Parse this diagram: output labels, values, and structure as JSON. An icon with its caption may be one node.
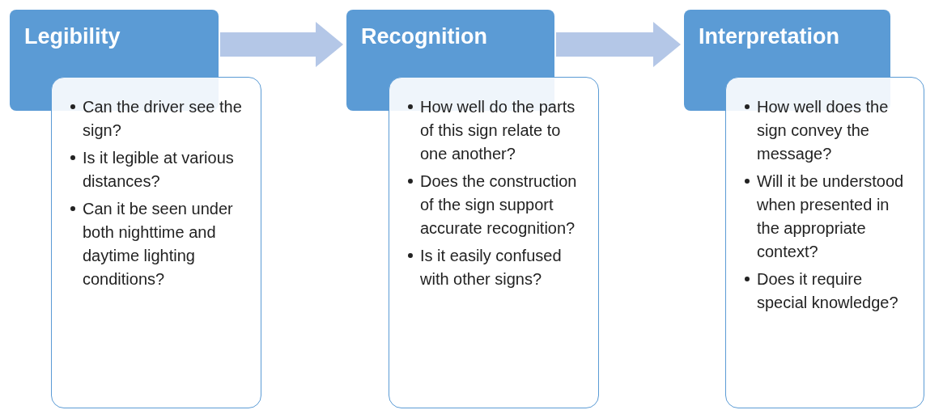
{
  "diagram": {
    "nodes": [
      {
        "text": [
          "Legibility"
        ]
      },
      {
        "text": [
          "Can the driver see the sign?",
          "Is it legible at various distances?",
          "Can it be seen under both nighttime and daytime lighting conditions?"
        ]
      },
      {
        "text": [
          "Recognition"
        ]
      },
      {
        "text": [
          "How well do the parts of this sign relate to one another?",
          "Does the construction of the sign support accurate recognition?",
          "Is it easily confused with other signs?"
        ]
      },
      {
        "text": [
          "Interpretation"
        ]
      },
      {
        "text": [
          "How well does the sign convey the message?",
          "Will it be understood when presented in the appropriate context?",
          "Does it require special knowledge?"
        ]
      }
    ],
    "edges": [
      {
        "from": 0,
        "to": 2,
        "arrow": "to"
      },
      {
        "from": 2,
        "to": 4,
        "arrow": "to"
      }
    ]
  }
}
